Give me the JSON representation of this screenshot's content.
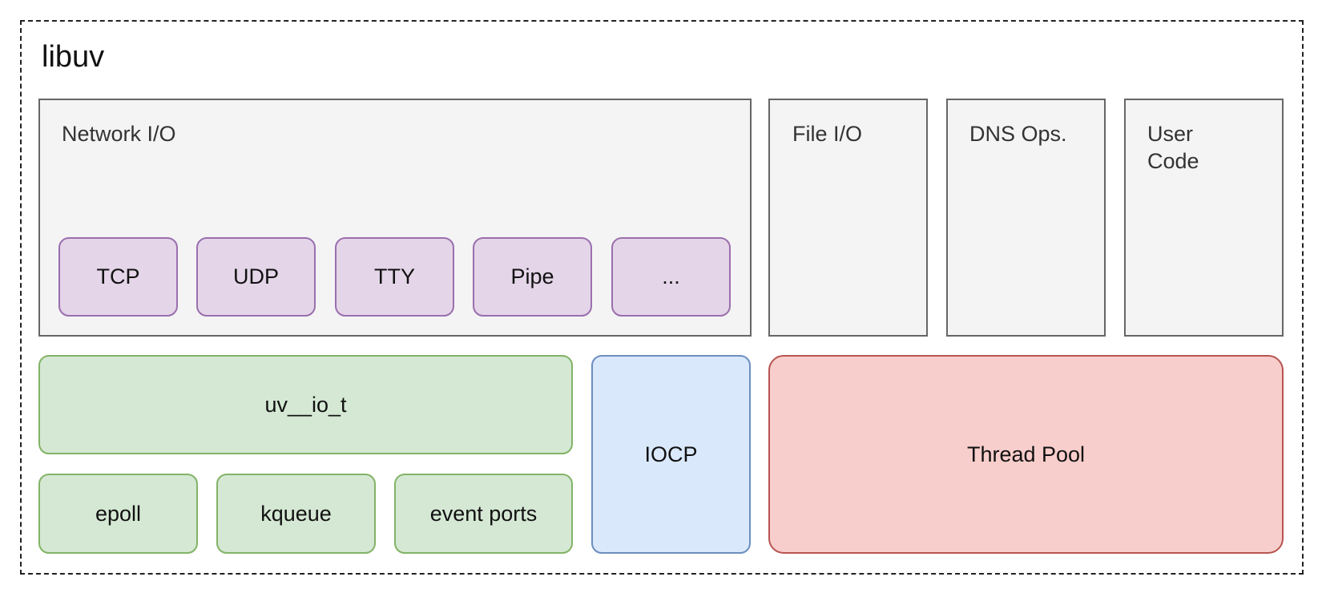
{
  "title": "libuv",
  "network_io": {
    "label": "Network I/O",
    "items": [
      "TCP",
      "UDP",
      "TTY",
      "Pipe",
      "..."
    ]
  },
  "file_io": {
    "label": "File I/O"
  },
  "dns_ops": {
    "label": "DNS Ops."
  },
  "user_code": {
    "label_line1": "User",
    "label_line2": "Code"
  },
  "uv_io_t": {
    "label": "uv__io_t"
  },
  "backends": [
    "epoll",
    "kqueue",
    "event ports"
  ],
  "iocp": {
    "label": "IOCP"
  },
  "thread_pool": {
    "label": "Thread Pool"
  },
  "colors": {
    "gray_fill": "#f4f4f4",
    "gray_stroke": "#666666",
    "purple_fill": "#e4d5e8",
    "purple_stroke": "#9a6fae",
    "green_fill": "#d5e8d4",
    "green_stroke": "#82b366",
    "blue_fill": "#dae8fc",
    "blue_stroke": "#6c8ebf",
    "red_fill": "#f8cecc",
    "red_stroke": "#b85450"
  }
}
